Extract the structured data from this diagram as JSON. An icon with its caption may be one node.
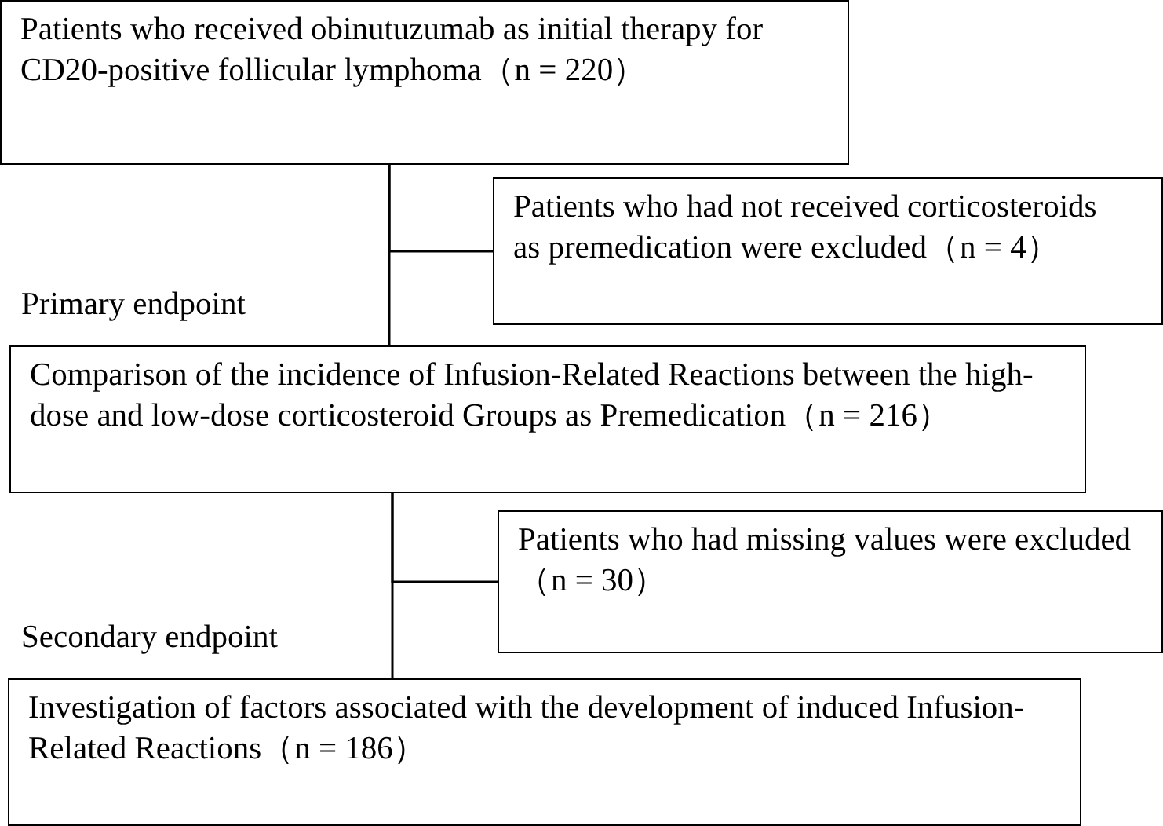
{
  "diagram": {
    "nodes": [
      {
        "text": [
          "Patients who received obinutuzumab as initial therapy for CD20-positive follicular lymphoma（n = 220）"
        ]
      },
      {
        "text": [
          "Patients who had not received corticosteroids as premedication were excluded（n = 4）"
        ]
      },
      {
        "text": [
          "Comparison of the incidence of Infusion-Related Reactions between the high-dose and low-dose corticosteroid Groups as Premedication（n = 216）"
        ],
        "beside": [
          "Primary endpoint"
        ]
      },
      {
        "text": [
          "Patients who had missing values were excluded（n = 30）"
        ]
      },
      {
        "text": [
          "Investigation of factors associated with the development of induced Infusion-Related Reactions（n = 186）"
        ],
        "beside": [
          "Secondary endpoint"
        ]
      }
    ],
    "edges": [
      {
        "from": 0,
        "to": 1,
        "arrow": "none"
      },
      {
        "from": 0,
        "to": 2,
        "arrow": "none"
      },
      {
        "from": 2,
        "to": 3,
        "arrow": "none"
      },
      {
        "from": 2,
        "to": 4,
        "arrow": "none"
      }
    ]
  }
}
